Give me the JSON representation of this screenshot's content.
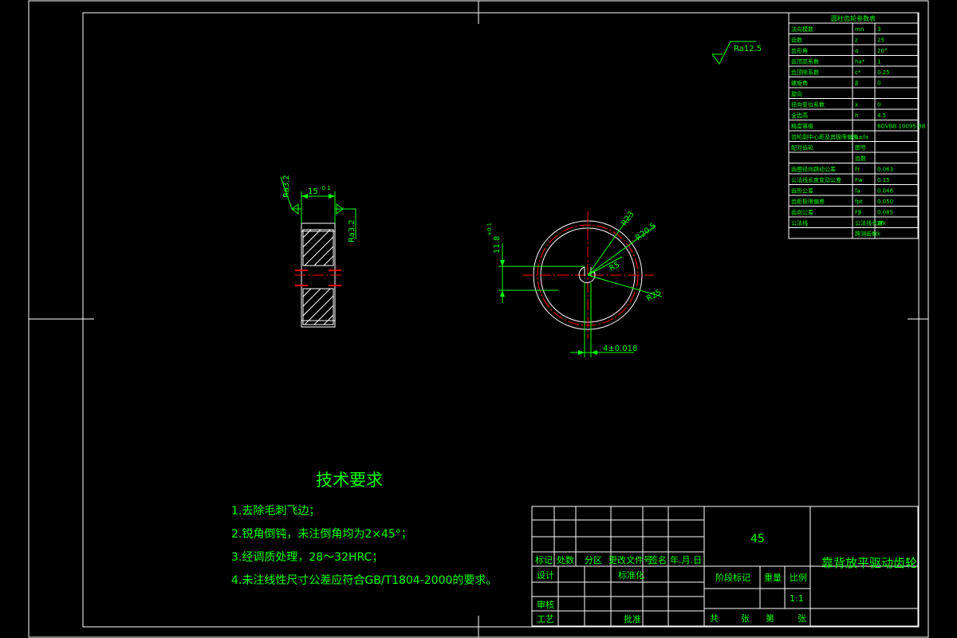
{
  "surface_finish": {
    "general": "Ra12.5",
    "left_face": "Ra3.2",
    "right_face": "Ra3.2"
  },
  "dimensions": {
    "width": "15",
    "width_tol": "-0.1",
    "keyway_height": "11.8",
    "keyway_tol": "+0.1",
    "key_width": "4±0.018",
    "r1": "R23",
    "r2": "R20.5",
    "r3": "R5",
    "r4": "R25"
  },
  "tech": {
    "title": "技术要求",
    "items": [
      "1.去除毛刺飞边；",
      "2.锐角倒钝，未注倒角均为2×45°；",
      "3.经调质处理，28～32HRC；",
      "4.未注线性尺寸公差应符合GB/T1804-2000的要求。"
    ]
  },
  "param_table": {
    "title": "圆柱齿轮参数表",
    "rows": [
      [
        "法向模数",
        "mn",
        "3"
      ],
      [
        "齿数",
        "z",
        "25"
      ],
      [
        "齿形角",
        "α",
        "20°"
      ],
      [
        "齿顶高系数",
        "ha*",
        "1"
      ],
      [
        "齿顶隙系数",
        "c*",
        "0.25"
      ],
      [
        "螺旋角",
        "β",
        "0"
      ],
      [
        "旋向",
        "",
        ""
      ],
      [
        "径向变位系数",
        "x",
        "0"
      ],
      [
        "全齿高",
        "h",
        "4.5"
      ],
      [
        "精度等级",
        "",
        "8GVBB 10095-88"
      ],
      [
        "齿轮副中心距及其极限偏差",
        "a±fa",
        ""
      ],
      [
        "配对齿轮",
        "图号",
        ""
      ],
      [
        "",
        "齿数",
        ""
      ],
      [
        "齿圈径向跳动公差",
        "Fr",
        "0.063"
      ],
      [
        "公法线长度变动公差",
        "Fw",
        "0.15"
      ],
      [
        "齿形公差",
        "fa",
        "0.046"
      ],
      [
        "齿距极限偏差",
        "fpt",
        "0.050"
      ],
      [
        "齿向公差",
        "Fβ",
        "0.085"
      ],
      [
        "公法线",
        "公法线长度",
        "Wk"
      ],
      [
        "",
        "跨测齿数",
        "k"
      ]
    ]
  },
  "title_block": {
    "material": "45",
    "part_name": "靠背放平驱动齿轮",
    "mark": "标记",
    "count": "处数",
    "zone": "分区",
    "change_doc": "更改文件号",
    "sign": "签名",
    "date": "年.月.日",
    "design": "设计",
    "standardize": "标准化",
    "review": "审核",
    "process": "工艺",
    "approve": "批准",
    "stage_mark": "阶段标记",
    "weight": "重量",
    "scale_label": "比例",
    "scale": "1:1",
    "total": "共",
    "sheets": "张",
    "nth": "第",
    "sheet": "张"
  }
}
